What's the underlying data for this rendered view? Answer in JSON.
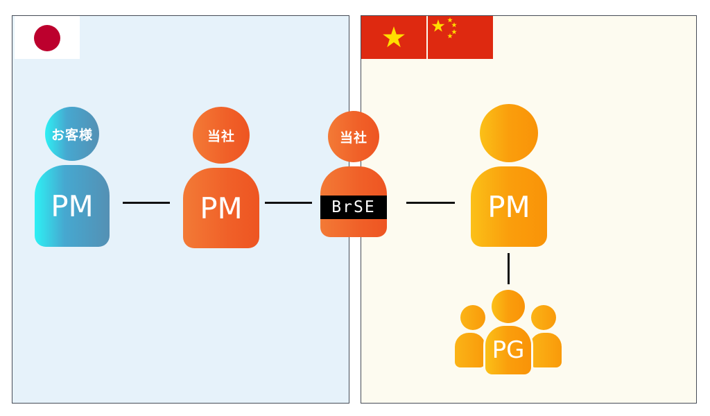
{
  "diagram": {
    "regions": [
      {
        "id": "japan",
        "flag": "japan-flag",
        "fill": "#e6f2fa"
      },
      {
        "id": "china",
        "flag": "china-flag",
        "fill": "#fdfbf0"
      }
    ],
    "nodes": {
      "customer_pm": {
        "head_label": "お客様",
        "body_label": "PM",
        "color": "blue"
      },
      "our_pm": {
        "head_label": "当社",
        "body_label": "PM",
        "color": "red"
      },
      "brse": {
        "head_label": "当社",
        "body_label": "BrSE",
        "color": "red"
      },
      "offshore_pm": {
        "head_label": "",
        "body_label": "PM",
        "color": "orange"
      },
      "programmers": {
        "body_label": "PG",
        "color": "orange"
      }
    },
    "edges": [
      [
        "customer_pm",
        "our_pm"
      ],
      [
        "our_pm",
        "brse"
      ],
      [
        "brse",
        "offshore_pm"
      ],
      [
        "offshore_pm",
        "programmers"
      ]
    ],
    "colors": {
      "japan_red": "#bc002d",
      "china_red": "#de2910",
      "china_star": "#ffde00",
      "blue_accent": "#46a8d0",
      "red_accent": "#f06028",
      "orange_accent": "#fa9e0c"
    }
  }
}
